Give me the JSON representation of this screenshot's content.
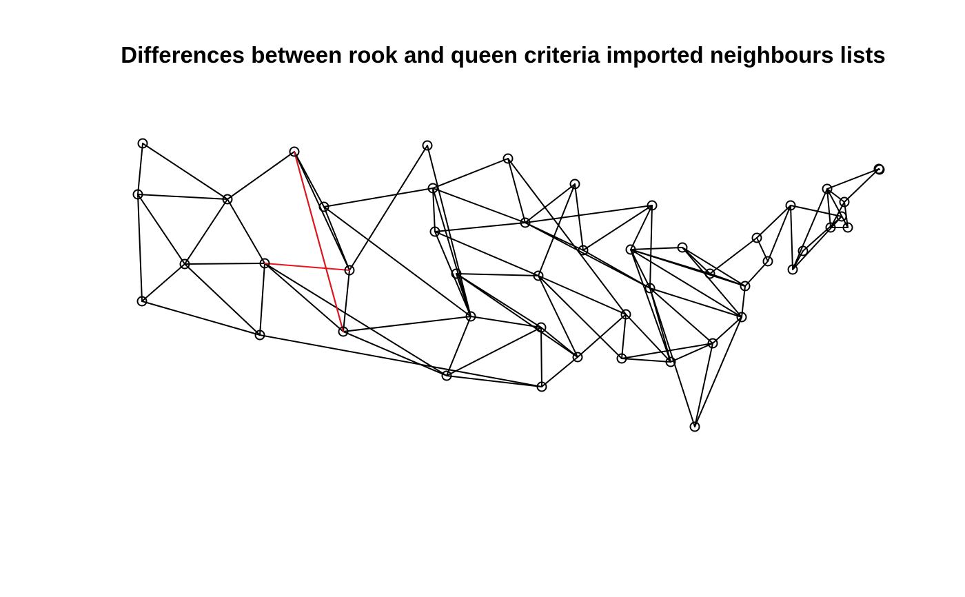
{
  "title": "Differences between rook and queen criteria imported neighbours lists",
  "colors": {
    "edge": "#000000",
    "difference_edge": "#e8141c",
    "node": "#000000",
    "background": "#ffffff"
  },
  "graph": {
    "nodes": [
      {
        "id": "n01"
      },
      {
        "id": "n02"
      },
      {
        "id": "n03"
      },
      {
        "id": "n04"
      },
      {
        "id": "n05"
      },
      {
        "id": "n06"
      },
      {
        "id": "n07"
      },
      {
        "id": "n08"
      },
      {
        "id": "n09"
      },
      {
        "id": "n10"
      },
      {
        "id": "n11"
      },
      {
        "id": "n12"
      },
      {
        "id": "n13"
      },
      {
        "id": "n14"
      },
      {
        "id": "n15"
      },
      {
        "id": "n16"
      },
      {
        "id": "n17"
      },
      {
        "id": "n18"
      },
      {
        "id": "n19"
      },
      {
        "id": "n20"
      },
      {
        "id": "n21"
      },
      {
        "id": "n22"
      },
      {
        "id": "n23"
      },
      {
        "id": "n24"
      },
      {
        "id": "n25"
      },
      {
        "id": "n26"
      },
      {
        "id": "n27"
      },
      {
        "id": "n28"
      },
      {
        "id": "n29"
      },
      {
        "id": "n30"
      },
      {
        "id": "n31"
      },
      {
        "id": "n32"
      },
      {
        "id": "n33"
      },
      {
        "id": "n34"
      },
      {
        "id": "n35"
      },
      {
        "id": "n36"
      },
      {
        "id": "n37"
      },
      {
        "id": "n38"
      },
      {
        "id": "n39"
      },
      {
        "id": "n40"
      },
      {
        "id": "n41"
      },
      {
        "id": "n42"
      },
      {
        "id": "n43"
      },
      {
        "id": "n44"
      },
      {
        "id": "n45"
      },
      {
        "id": "n46"
      },
      {
        "id": "n47"
      },
      {
        "id": "n48"
      },
      {
        "id": "n49"
      }
    ],
    "edges": [
      [
        "n01",
        "n02"
      ],
      [
        "n01",
        "n06"
      ],
      [
        "n02",
        "n03"
      ],
      [
        "n02",
        "n04"
      ],
      [
        "n02",
        "n06"
      ],
      [
        "n03",
        "n04"
      ],
      [
        "n03",
        "n05"
      ],
      [
        "n04",
        "n05"
      ],
      [
        "n04",
        "n06"
      ],
      [
        "n04",
        "n07"
      ],
      [
        "n05",
        "n07"
      ],
      [
        "n05",
        "n13"
      ],
      [
        "n06",
        "n08"
      ],
      [
        "n06",
        "n07"
      ],
      [
        "n07",
        "n09"
      ],
      [
        "n07",
        "n12"
      ],
      [
        "n08",
        "n09"
      ],
      [
        "n08",
        "n10"
      ],
      [
        "n08",
        "n14"
      ],
      [
        "n09",
        "n10"
      ],
      [
        "n09",
        "n12"
      ],
      [
        "n09",
        "n15"
      ],
      [
        "n10",
        "n11"
      ],
      [
        "n10",
        "n14"
      ],
      [
        "n11",
        "n15"
      ],
      [
        "n12",
        "n13"
      ],
      [
        "n12",
        "n15"
      ],
      [
        "n12",
        "n16"
      ],
      [
        "n13",
        "n16"
      ],
      [
        "n13",
        "n23"
      ],
      [
        "n14",
        "n15"
      ],
      [
        "n14",
        "n17"
      ],
      [
        "n15",
        "n16"
      ],
      [
        "n15",
        "n17"
      ],
      [
        "n15",
        "n18"
      ],
      [
        "n15",
        "n19"
      ],
      [
        "n16",
        "n19"
      ],
      [
        "n17",
        "n18"
      ],
      [
        "n17",
        "n20"
      ],
      [
        "n17",
        "n21"
      ],
      [
        "n18",
        "n21"
      ],
      [
        "n18",
        "n22"
      ],
      [
        "n19",
        "n22"
      ],
      [
        "n19",
        "n23"
      ],
      [
        "n16",
        "n23"
      ],
      [
        "n20",
        "n21"
      ],
      [
        "n20",
        "n24"
      ],
      [
        "n21",
        "n26"
      ],
      [
        "n21",
        "n27"
      ],
      [
        "n21",
        "n28"
      ],
      [
        "n21",
        "n29"
      ],
      [
        "n22",
        "n24"
      ],
      [
        "n22",
        "n25"
      ],
      [
        "n22",
        "n26"
      ],
      [
        "n22",
        "n23"
      ],
      [
        "n23",
        "n24"
      ],
      [
        "n24",
        "n25"
      ],
      [
        "n24",
        "n30"
      ],
      [
        "n25",
        "n30"
      ],
      [
        "n25",
        "n33"
      ],
      [
        "n26",
        "n27"
      ],
      [
        "n27",
        "n28"
      ],
      [
        "n27",
        "n29"
      ],
      [
        "n28",
        "n29"
      ],
      [
        "n28",
        "n31"
      ],
      [
        "n29",
        "n30"
      ],
      [
        "n29",
        "n31"
      ],
      [
        "n29",
        "n32"
      ],
      [
        "n29",
        "n33"
      ],
      [
        "n29",
        "n34"
      ],
      [
        "n30",
        "n31"
      ],
      [
        "n30",
        "n33"
      ],
      [
        "n31",
        "n34"
      ],
      [
        "n31",
        "n35"
      ],
      [
        "n31",
        "n36"
      ],
      [
        "n31",
        "n37"
      ],
      [
        "n32",
        "n33"
      ],
      [
        "n32",
        "n34"
      ],
      [
        "n33",
        "n34"
      ],
      [
        "n34",
        "n35"
      ],
      [
        "n34",
        "n37"
      ],
      [
        "n35",
        "n36"
      ],
      [
        "n35",
        "n37"
      ],
      [
        "n36",
        "n37"
      ],
      [
        "n36",
        "n38"
      ],
      [
        "n37",
        "n39"
      ],
      [
        "n38",
        "n39"
      ],
      [
        "n38",
        "n40"
      ],
      [
        "n39",
        "n40"
      ],
      [
        "n40",
        "n42"
      ],
      [
        "n40",
        "n43"
      ],
      [
        "n41",
        "n42"
      ],
      [
        "n41",
        "n43"
      ],
      [
        "n42",
        "n43"
      ],
      [
        "n42",
        "n44"
      ],
      [
        "n44",
        "n45"
      ],
      [
        "n44",
        "n46"
      ],
      [
        "n44",
        "n47"
      ],
      [
        "n44",
        "n48"
      ],
      [
        "n45",
        "n46"
      ],
      [
        "n45",
        "n49"
      ],
      [
        "n46",
        "n47"
      ],
      [
        "n46",
        "n48"
      ],
      [
        "n47",
        "n48"
      ]
    ],
    "difference_edges": [
      [
        "n07",
        "n10"
      ],
      [
        "n08",
        "n09"
      ]
    ]
  }
}
